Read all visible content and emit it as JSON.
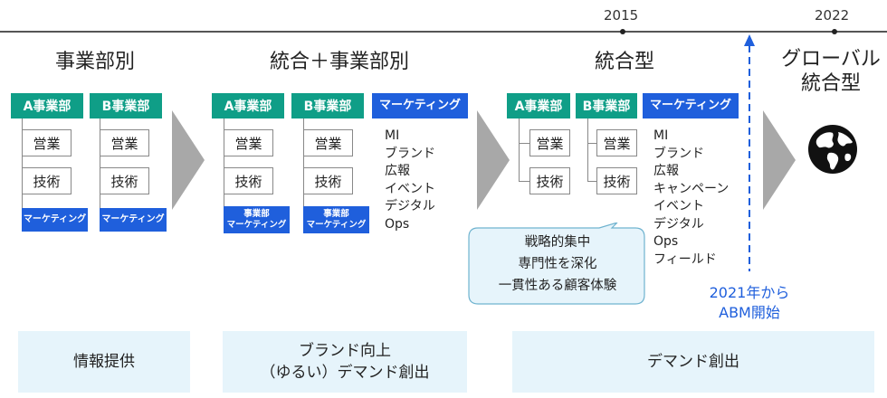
{
  "timeline": {
    "year_2015": "2015",
    "year_2022": "2022"
  },
  "stages": {
    "s1": {
      "title": "事業部別",
      "div_a": "A事業部",
      "div_b": "B事業部",
      "sales": "営業",
      "tech": "技術",
      "marketing": "マーケティング"
    },
    "s2": {
      "title": "統合＋事業部別",
      "div_a": "A事業部",
      "div_b": "B事業部",
      "marketing_central": "マーケティング",
      "sales": "営業",
      "tech": "技術",
      "div_marketing_line1": "事業部",
      "div_marketing_line2": "マーケティング",
      "functions": [
        "MI",
        "ブランド",
        "広報",
        "イベント",
        "デジタル",
        "Ops"
      ]
    },
    "s3": {
      "title": "統合型",
      "div_a": "A事業部",
      "div_b": "B事業部",
      "marketing_central": "マーケティング",
      "sales": "営業",
      "tech": "技術",
      "functions": [
        "MI",
        "ブランド",
        "広報",
        "キャンペーン",
        "イベント",
        "デジタル",
        "Ops",
        "フィールド"
      ]
    },
    "s4": {
      "title_line1": "グローバル",
      "title_line2": "統合型"
    }
  },
  "callout": {
    "lines": [
      "戦略的集中",
      "専門性を深化",
      "一貫性ある顧客体験"
    ]
  },
  "abm": {
    "line1": "2021年から",
    "line2": "ABM開始"
  },
  "results": {
    "r1": "情報提供",
    "r2_line1": "ブランド向上",
    "r2_line2": "（ゆるい）デマンド創出",
    "r3": "デマンド創出"
  },
  "colors": {
    "teal": "#0f9e87",
    "blue": "#1f5fdc",
    "light_blue_bg": "#e6f4fb",
    "arrow_gray": "#a8a8a8"
  },
  "icons": {
    "globe": "globe-icon"
  }
}
